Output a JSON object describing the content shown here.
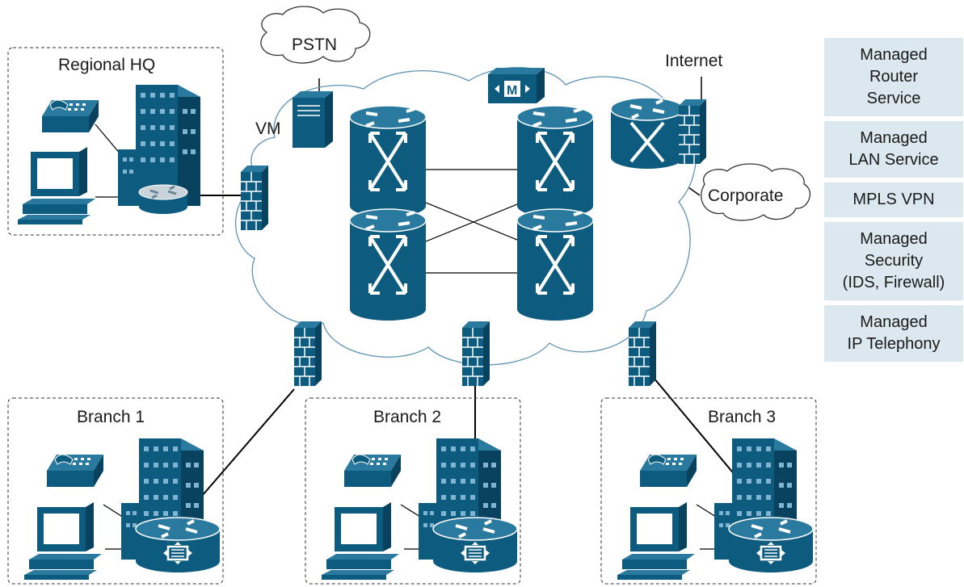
{
  "labels": {
    "pstn": "PSTN",
    "vm": "VM",
    "internet": "Internet",
    "corporate": "Corporate",
    "mgmt_badge": "M"
  },
  "sites": [
    {
      "label": "Regional HQ"
    },
    {
      "label": "Branch 1"
    },
    {
      "label": "Branch 2"
    },
    {
      "label": "Branch 3"
    }
  ],
  "services": [
    {
      "label": "Managed\nRouter\nService"
    },
    {
      "label": "Managed\nLAN Service"
    },
    {
      "label": "MPLS VPN"
    },
    {
      "label": "Managed\nSecurity\n(IDS, Firewall)"
    },
    {
      "label": "Managed\nIP Telephony"
    }
  ],
  "colors": {
    "device": "#0d5c80",
    "device_dark": "#08425e",
    "cloud_stroke": "#5f93b2",
    "service_bg": "#dce8f0"
  },
  "icons": [
    "telephone-icon",
    "computer-icon",
    "building-icon",
    "router-icon",
    "firewall-icon",
    "server-icon",
    "core-switch-icon",
    "management-icon",
    "cloud-icon"
  ]
}
